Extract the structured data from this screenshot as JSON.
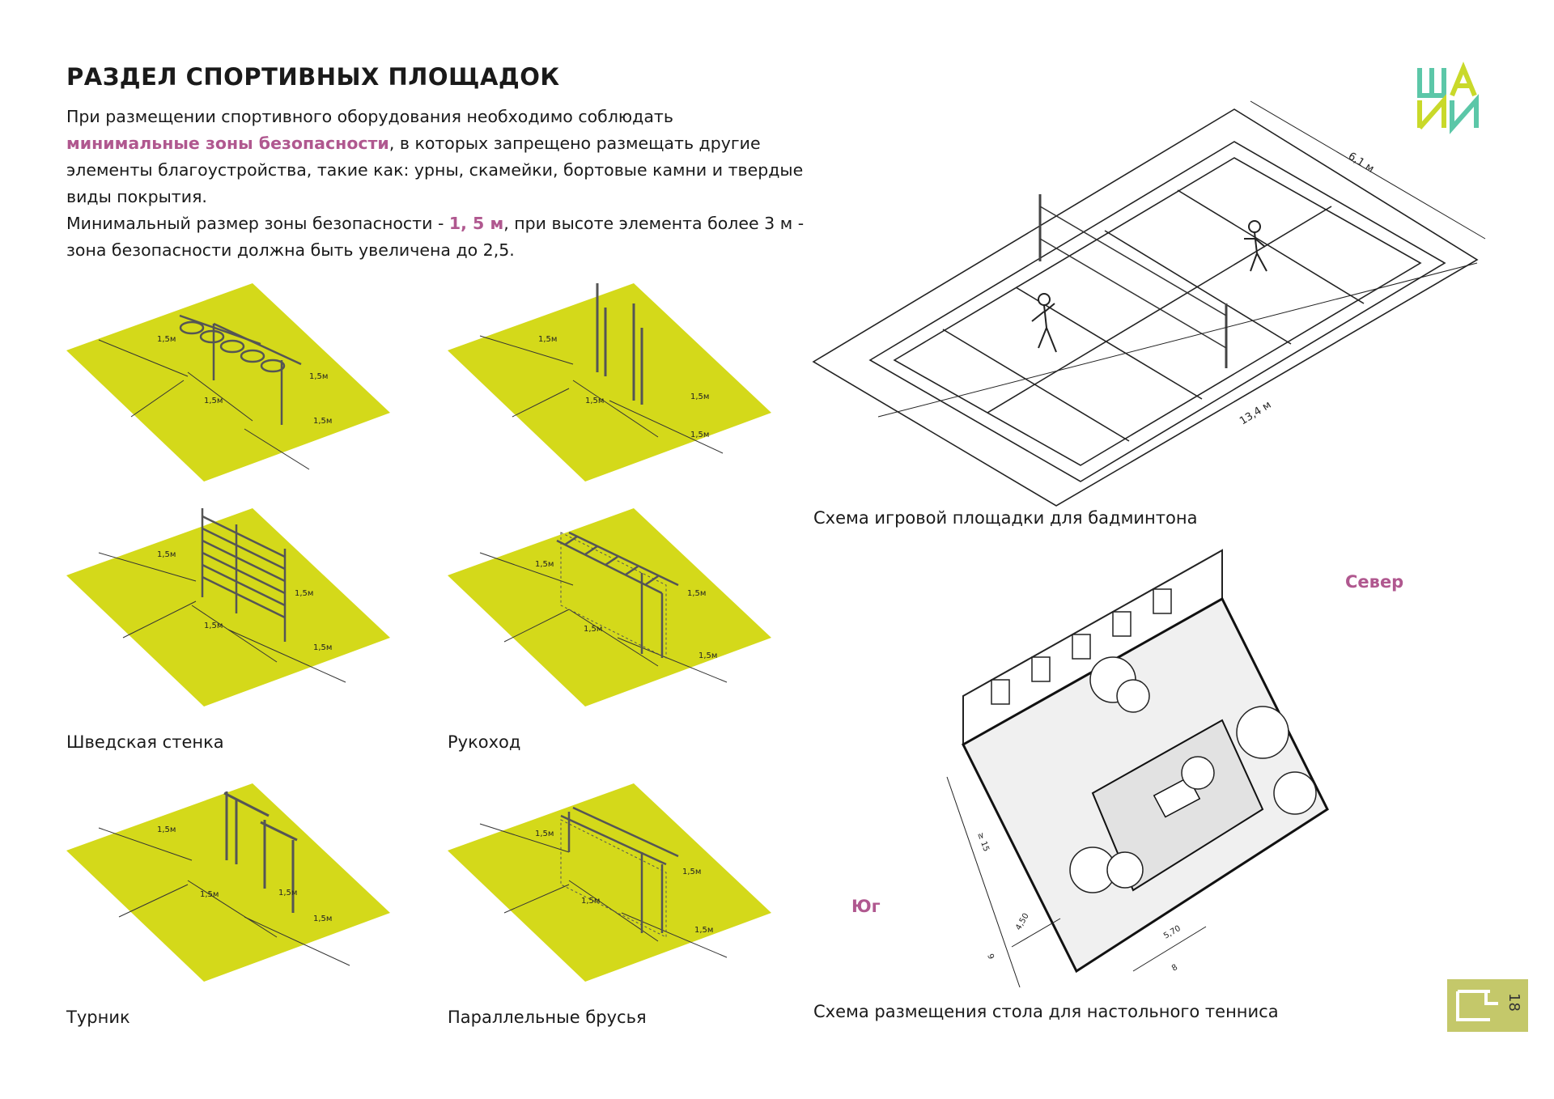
{
  "page": {
    "title": "РАЗДЕЛ СПОРТИВНЫХ ПЛОЩАДОК",
    "intro": {
      "line1": "При размещении спортивного оборудования необходимо соблюдать",
      "highlight1": "минимальные зоны безопасности",
      "line2": ", в которых запрещено размещать другие элементы благоустройства, такие как: урны, скамейки, бортовые камни и твердые виды покрытия.",
      "line3": "Минимальный размер зоны безопасности - ",
      "highlight2": "1, 5 м",
      "line4": ", при высоте элемента более 3 м - зона безопасности должна быть увеличена до 2,5."
    },
    "page_number": "18",
    "accent_color": "#b0588f",
    "zone_color": "#d4d91a",
    "logo_colors": [
      "#5cc7a8",
      "#c9d92a",
      "#cfd33a"
    ]
  },
  "equipment": [
    {
      "caption": "",
      "dim": "1,5м"
    },
    {
      "caption": "",
      "dim": "1,5м"
    },
    {
      "caption": "Шведская стенка",
      "dim": "1,5м"
    },
    {
      "caption": "Рукоход",
      "dim": "1,5м"
    },
    {
      "caption": "Турник",
      "dim": "1,5м"
    },
    {
      "caption": "Параллельные брусья",
      "dim": "1,5м"
    }
  ],
  "badminton": {
    "caption": "Схема игровой площадки для бадминтона",
    "width_label": "6,1 м",
    "length_label": "13,4 м"
  },
  "tennis": {
    "caption": "Схема размещения стола для настольного тенниса",
    "north": "Север",
    "south": "Юг",
    "dims": {
      "d15": "≥ 15",
      "d450": "4,50",
      "d9": "9",
      "d570": "5,70",
      "d8": "8"
    }
  }
}
